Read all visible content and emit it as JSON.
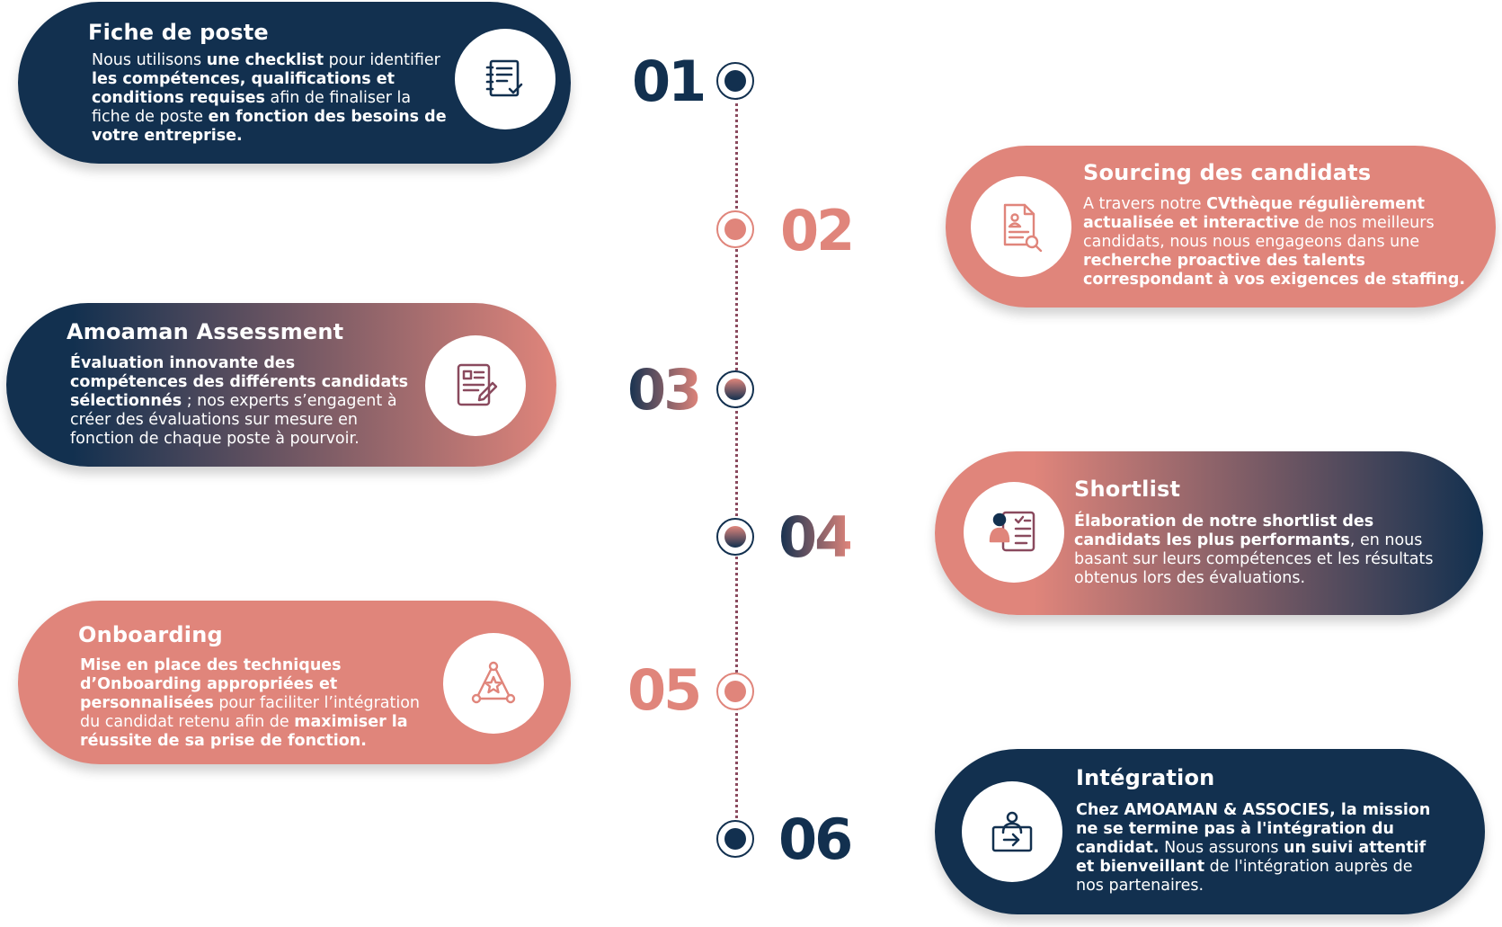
{
  "colors": {
    "navy": "#12304f",
    "salmon": "#e0857b"
  },
  "steps": [
    {
      "number": "01",
      "title": "Fiche de poste",
      "icon": "checklist-icon",
      "desc": [
        {
          "t": "Nous utilisons ",
          "b": false
        },
        {
          "t": "une checklist",
          "b": true
        },
        {
          "t": " pour identifier ",
          "b": false
        },
        {
          "t": "les compétences, qualifications et conditions requises",
          "b": true
        },
        {
          "t": " afin de finaliser la fiche de poste ",
          "b": false
        },
        {
          "t": "en fonction des besoins de votre entreprise.",
          "b": true
        }
      ]
    },
    {
      "number": "02",
      "title": "Sourcing des candidats",
      "icon": "resume-search-icon",
      "desc": [
        {
          "t": "A travers notre ",
          "b": false
        },
        {
          "t": "CVthèque régulièrement actualisée et interactive",
          "b": true
        },
        {
          "t": " de nos meilleurs candidats, nous nous engageons dans une ",
          "b": false
        },
        {
          "t": "recherche proactive des talents correspondant à vos exigences de staffing.",
          "b": true
        }
      ]
    },
    {
      "number": "03",
      "title": "Amoaman Assessment",
      "icon": "assessment-document-icon",
      "desc": [
        {
          "t": "Évaluation innovante des compétences des différents candidats sélectionnés",
          "b": true
        },
        {
          "t": " ; nos experts s’engagent à créer des évaluations sur mesure en fonction de chaque poste à pourvoir.",
          "b": false
        }
      ]
    },
    {
      "number": "04",
      "title": "Shortlist",
      "icon": "shortlist-candidate-icon",
      "desc": [
        {
          "t": "Élaboration de notre shortlist des candidats les plus performants",
          "b": true
        },
        {
          "t": ", en nous basant sur leurs compétences et les résultats obtenus lors des évaluations.",
          "b": false
        }
      ]
    },
    {
      "number": "05",
      "title": "Onboarding",
      "icon": "team-network-star-icon",
      "desc": [
        {
          "t": "Mise en place des techniques d’Onboarding appropriées et personnalisées",
          "b": true
        },
        {
          "t": " pour faciliter l’intégration du candidat retenu afin de ",
          "b": false
        },
        {
          "t": "maximiser la réussite de sa prise de fonction.",
          "b": true
        }
      ]
    },
    {
      "number": "06",
      "title": "Intégration",
      "icon": "person-entering-icon",
      "desc": [
        {
          "t": "Chez AMOAMAN & ASSOCIES, la mission ne se termine pas à l'intégration du candidat.",
          "b": true
        },
        {
          "t": " Nous assurons ",
          "b": false
        },
        {
          "t": "un suivi attentif et bienveillant",
          "b": true
        },
        {
          "t": " de l'intégration auprès de nos partenaires.",
          "b": false
        }
      ]
    }
  ]
}
